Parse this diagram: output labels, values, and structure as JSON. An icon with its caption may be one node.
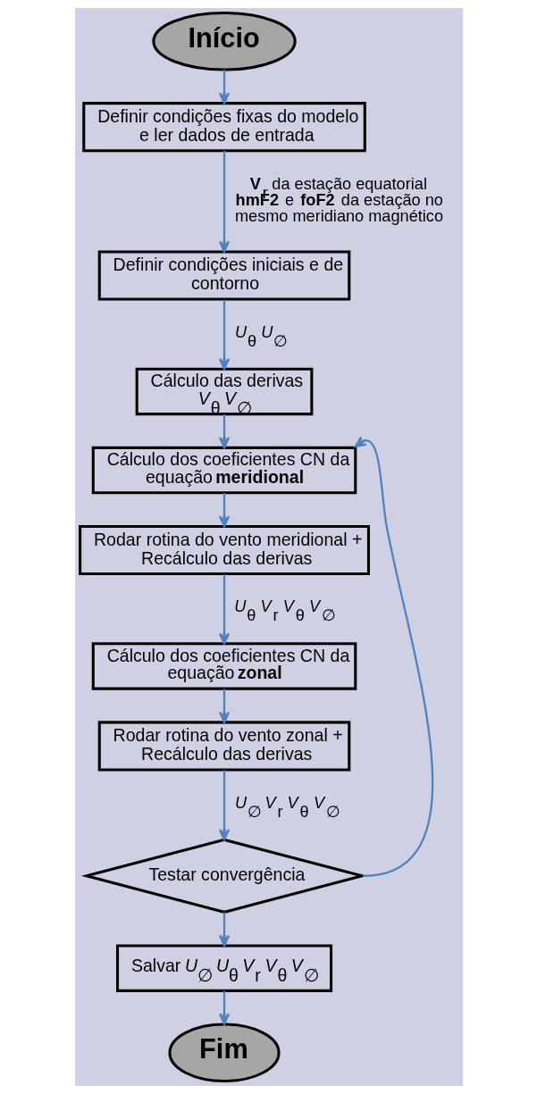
{
  "diagram": {
    "nodes": [
      {
        "text": [
          "Início"
        ]
      },
      {
        "text": [
          "Definir condições fixas do modelo e ler dados de entrada"
        ]
      },
      {
        "text": [
          "Definir condições iniciais e de contorno"
        ]
      },
      {
        "text": [
          "Cálculo das derivas",
          "*V*$_{θ}$ *V*$_{∅}$"
        ]
      },
      {
        "text": [
          "Cálculo dos coeficientes CN da equação **meridional**"
        ]
      },
      {
        "text": [
          "Rodar rotina do vento meridional + Recálculo das derivas"
        ]
      },
      {
        "text": [
          "Cálculo dos coeficientes CN da equação **zonal**"
        ]
      },
      {
        "text": [
          "Rodar rotina do vento zonal + Recálculo das derivas"
        ]
      },
      {
        "text": [
          "Testar convergência"
        ]
      },
      {
        "text": [
          "Salvar *U*$_{∅}$ *U*$_{θ}$ *V*$_{r}$ *V*$_{θ}$ *V*$_{∅}$"
        ]
      },
      {
        "text": [
          "Fim"
        ]
      }
    ],
    "edges": [
      {
        "from": 0,
        "to": 1,
        "arrow": "to"
      },
      {
        "from": 1,
        "to": 2,
        "arrow": "to",
        "label": "**V**$_{r}$ da estação equatorial **hmF2** e **foF2** da estação no mesmo meridiano magnético"
      },
      {
        "from": 2,
        "to": 3,
        "arrow": "to",
        "label": "*U*$_{θ}$ *U*$_{∅}$"
      },
      {
        "from": 3,
        "to": 4,
        "arrow": "to"
      },
      {
        "from": 4,
        "to": 5,
        "arrow": "to"
      },
      {
        "from": 5,
        "to": 6,
        "arrow": "to",
        "label": "*U*$_{θ}$ *V*$_{r}$ *V*$_{θ}$ *V*$_{∅}$"
      },
      {
        "from": 6,
        "to": 7,
        "arrow": "to"
      },
      {
        "from": 7,
        "to": 8,
        "arrow": "to",
        "label": "*U*$_{∅}$ *V*$_{r}$ *V*$_{θ}$ *V*$_{∅}$"
      },
      {
        "from": 8,
        "to": 4,
        "arrow": "to"
      },
      {
        "from": 8,
        "to": 9,
        "arrow": "to"
      },
      {
        "from": 9,
        "to": 10,
        "arrow": "to"
      }
    ]
  }
}
